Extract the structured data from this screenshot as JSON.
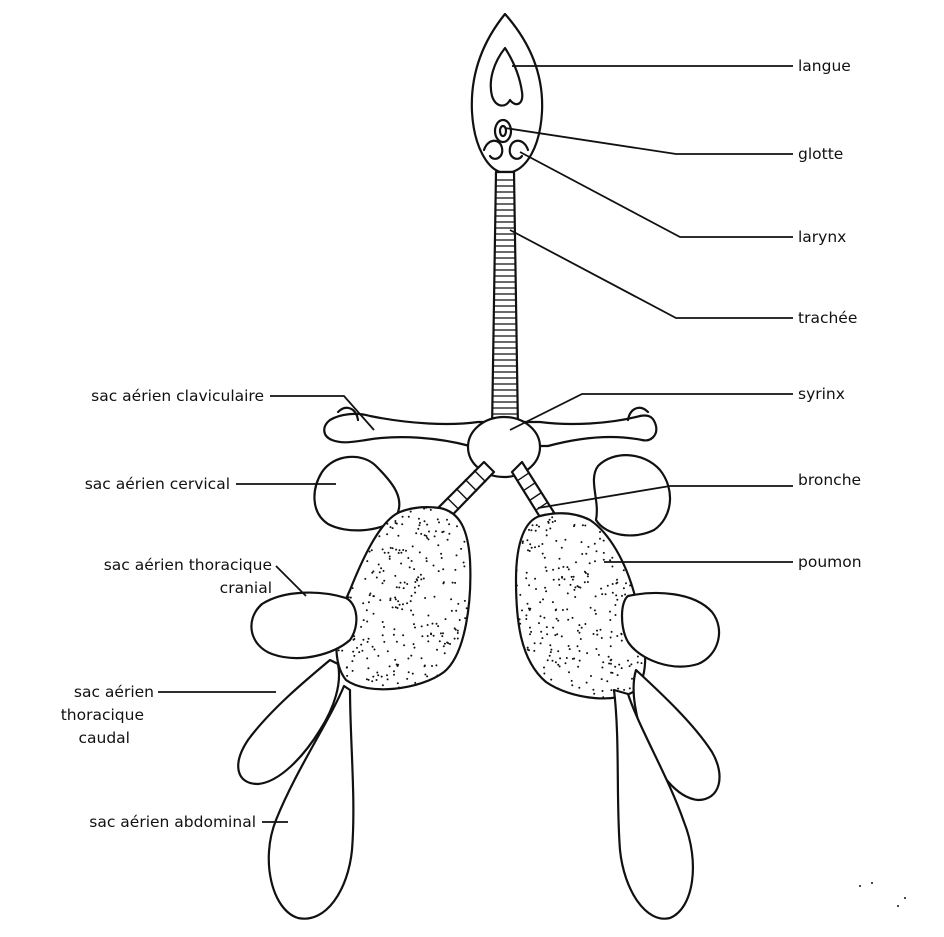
{
  "labels": {
    "langue": "langue",
    "glotte": "glotte",
    "larynx": "larynx",
    "trachee": "trachée",
    "syrinx": "syrinx",
    "bronche": "bronche",
    "poumon": "poumon",
    "sac_claviculaire": "sac aérien claviculaire",
    "sac_cervical": "sac aérien cervical",
    "sac_thoracique_cranial_1": "sac aérien thoracique",
    "sac_thoracique_cranial_2": "cranial",
    "sac_thoracique_caudal_1": "sac aérien",
    "sac_thoracique_caudal_2": "thoracique",
    "sac_thoracique_caudal_3": "caudal",
    "sac_abdominal": "sac aérien abdominal"
  },
  "colors": {
    "ink": "#111111",
    "background": "#ffffff"
  }
}
